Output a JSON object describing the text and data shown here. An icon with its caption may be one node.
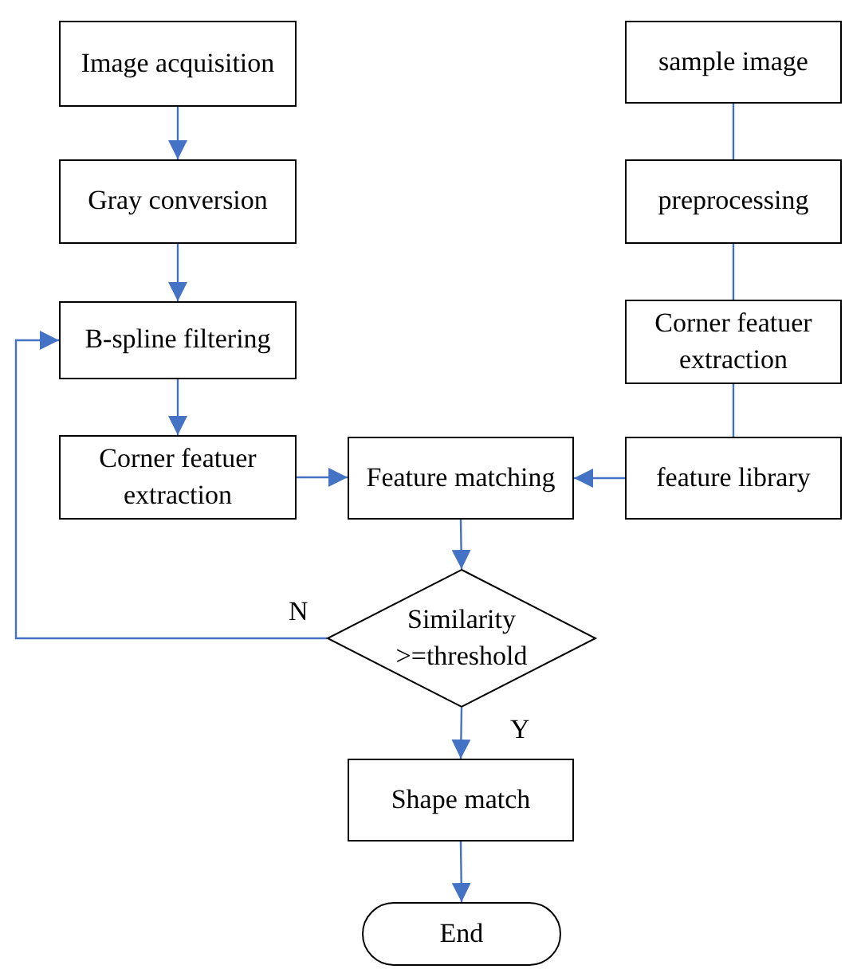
{
  "diagram": {
    "nodes": [
      {
        "text": [
          "Image acquisition"
        ]
      },
      {
        "text": [
          "Gray conversion"
        ]
      },
      {
        "text": [
          "B-spline filtering"
        ]
      },
      {
        "text": [
          "Corner featuer extraction"
        ]
      },
      {
        "text": [
          "Feature matching"
        ]
      },
      {
        "text": [
          "Similarity >=threshold"
        ]
      },
      {
        "text": [
          "Shape match"
        ]
      },
      {
        "text": [
          "End"
        ]
      },
      {
        "text": [
          "sample image"
        ]
      },
      {
        "text": [
          "preprocessing"
        ]
      },
      {
        "text": [
          "Corner featuer extraction"
        ]
      },
      {
        "text": [
          "feature library"
        ]
      }
    ],
    "edges": [
      {
        "from": 0,
        "to": 1,
        "arrow": "to"
      },
      {
        "from": 1,
        "to": 2,
        "arrow": "to"
      },
      {
        "from": 2,
        "to": 3,
        "arrow": "to"
      },
      {
        "from": 3,
        "to": 4,
        "arrow": "to"
      },
      {
        "from": 11,
        "to": 4,
        "arrow": "to"
      },
      {
        "from": 4,
        "to": 5,
        "arrow": "to"
      },
      {
        "from": 5,
        "to": 2,
        "arrow": "to",
        "label": "N"
      },
      {
        "from": 5,
        "to": 6,
        "arrow": "to",
        "label": "Y"
      },
      {
        "from": 6,
        "to": 7,
        "arrow": "to"
      },
      {
        "from": 8,
        "to": 9,
        "arrow": "none"
      },
      {
        "from": 9,
        "to": 10,
        "arrow": "none"
      },
      {
        "from": 10,
        "to": 11,
        "arrow": "none"
      }
    ]
  }
}
